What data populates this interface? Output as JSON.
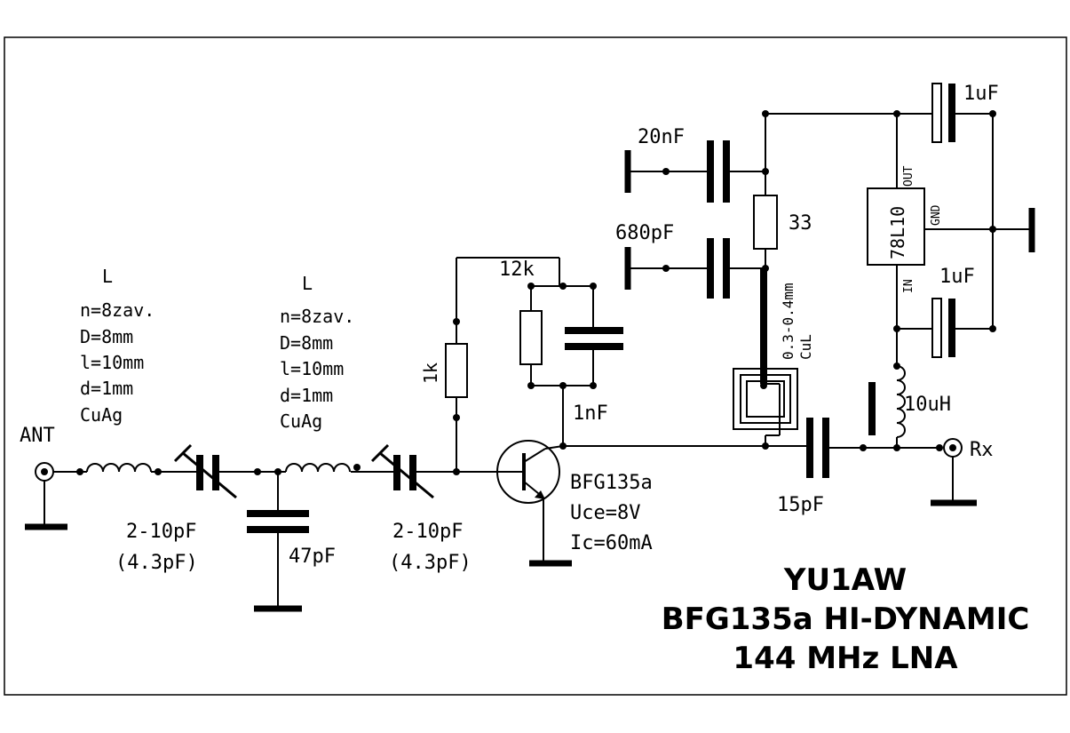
{
  "labels": {
    "ant": "ANT",
    "rx": "Rx",
    "coil1": {
      "name": "L",
      "turns": "n=8zav.",
      "diameter": "D=8mm",
      "length": "l=10mm",
      "wire": "d=1mm",
      "material": "CuAg"
    },
    "coil2": {
      "name": "L",
      "turns": "n=8zav.",
      "diameter": "D=8mm",
      "length": "l=10mm",
      "wire": "d=1mm",
      "material": "CuAg"
    },
    "trimmer1": {
      "value": "2-10pF",
      "setting": "(4.3pF)"
    },
    "trimmer2": {
      "value": "2-10pF",
      "setting": "(4.3pF)"
    },
    "cap_shunt": "47pF",
    "r_bias": "1k",
    "r_feedback": "12k",
    "cap_feedback": "1nF",
    "transistor": "BFG135a",
    "uce": "Uce=8V",
    "ic": "Ic=60mA",
    "cap_20n": "20nF",
    "cap_680p": "680pF",
    "r_33": "33",
    "choke_wire": "0.3-0.4mm",
    "choke_material": "CuL",
    "cap_out": "15pF",
    "choke_10u": "10uH",
    "cap_1u_top": "1uF",
    "cap_1u_bottom": "1uF",
    "regulator": "78L10",
    "reg_out": "OUT",
    "reg_gnd": "GND",
    "reg_in": "IN"
  },
  "title": {
    "line1": "YU1AW",
    "line2": "BFG135a HI-DYNAMIC",
    "line3": "144 MHz LNA"
  }
}
